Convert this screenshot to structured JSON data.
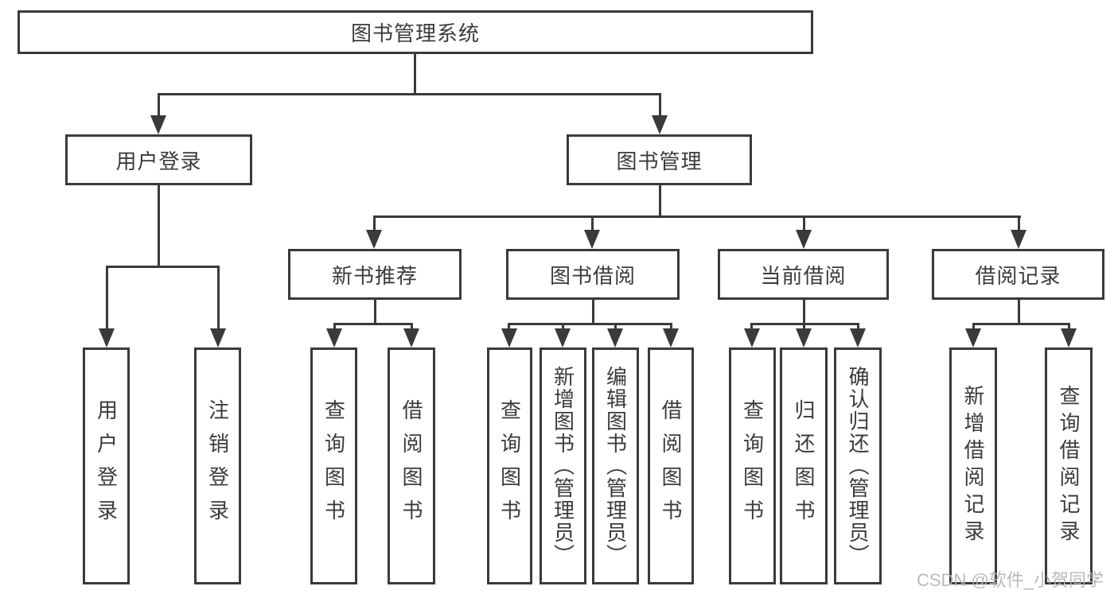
{
  "diagram": {
    "colors": {
      "line": "#3a3a3a",
      "text": "#3b3b3b",
      "box_background": "#ffffff",
      "watermark": "#b2b2b2"
    },
    "watermark": {
      "text": "CSDN @软件_小贺同学"
    },
    "tree": {
      "root": {
        "label": "图书管理系统"
      },
      "children": [
        {
          "label": "用户登录",
          "children": [
            {
              "label": "用户登录"
            },
            {
              "label": "注销登录"
            }
          ]
        },
        {
          "label": "图书管理",
          "children": [
            {
              "label": "新书推荐",
              "children": [
                {
                  "label": "查询图书"
                },
                {
                  "label": "借阅图书"
                }
              ]
            },
            {
              "label": "图书借阅",
              "children": [
                {
                  "label": "查询图书"
                },
                {
                  "label": "新增图书（管理员）"
                },
                {
                  "label": "编辑图书（管理员）"
                },
                {
                  "label": "借阅图书"
                }
              ]
            },
            {
              "label": "当前借阅",
              "children": [
                {
                  "label": "查询图书"
                },
                {
                  "label": "归还图书"
                },
                {
                  "label": "确认归还（管理员）"
                }
              ]
            },
            {
              "label": "借阅记录",
              "children": [
                {
                  "label": "新增借阅记录"
                },
                {
                  "label": "查询借阅记录"
                }
              ]
            }
          ]
        }
      ]
    }
  }
}
